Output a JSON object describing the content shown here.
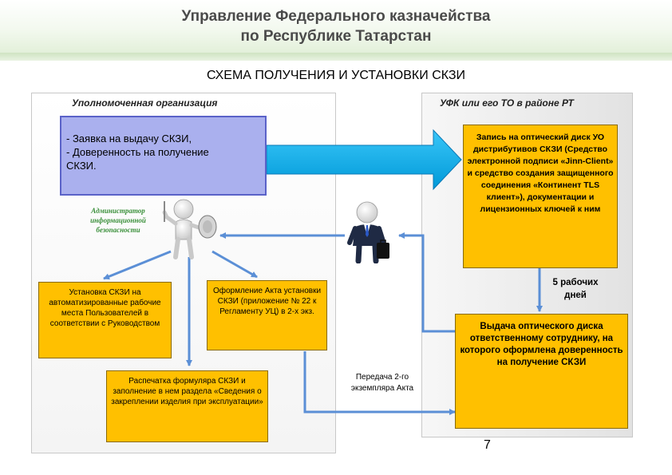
{
  "header": {
    "line1": "Управление Федерального казначейства",
    "line2": "по Республике Татарстан"
  },
  "title": "СХЕМА ПОЛУЧЕНИЯ И УСТАНОВКИ СКЗИ",
  "left_panel": {
    "title": "Уполномоченная организация",
    "request_lines": [
      "- Заявка на выдачу СКЗИ,",
      "- Доверенность на получение",
      "СКЗИ."
    ],
    "admin_label": [
      "Администратор",
      "информационной",
      "безопасности"
    ],
    "install_box": "Установка СКЗИ на автоматизированные рабочие места Пользователей в соответствии с Руководством",
    "act_box": "Оформление Акта установки СКЗИ (приложение № 22 к Регламенту УЦ) в 2-х экз.",
    "printout_box": "Распечатка формуляра СКЗИ и заполнение в нем раздела «Сведения о закреплении изделия при эксплуатации»"
  },
  "right_panel": {
    "title": "УФК или его ТО в районе РТ",
    "disk_box": "Запись на оптический диск УО дистрибутивов СКЗИ (Средство электронной подписи «Jinn-Client» и средство создания защищенного соединения «Континент TLS клиент»), документации и лицензионных ключей к ним",
    "days_label": "5 рабочих дней",
    "issue_box": "Выдача оптического диска ответственному сотруднику, на которого оформлена доверенность на получение СКЗИ"
  },
  "transfer_label": "Передача 2-го экземпляра Акта",
  "page_number": "7",
  "icons": {
    "admin": "admin-figure-with-shield-icon",
    "courier": "businessman-with-briefcase-icon",
    "big_arrow": "right-arrow-icon"
  },
  "colors": {
    "request_fill": "#aab0ee",
    "request_border": "#5a62c8",
    "box_fill": "#ffc000",
    "arrow_cyan": "#00b0f0",
    "connector_blue": "#5b8fd6"
  }
}
